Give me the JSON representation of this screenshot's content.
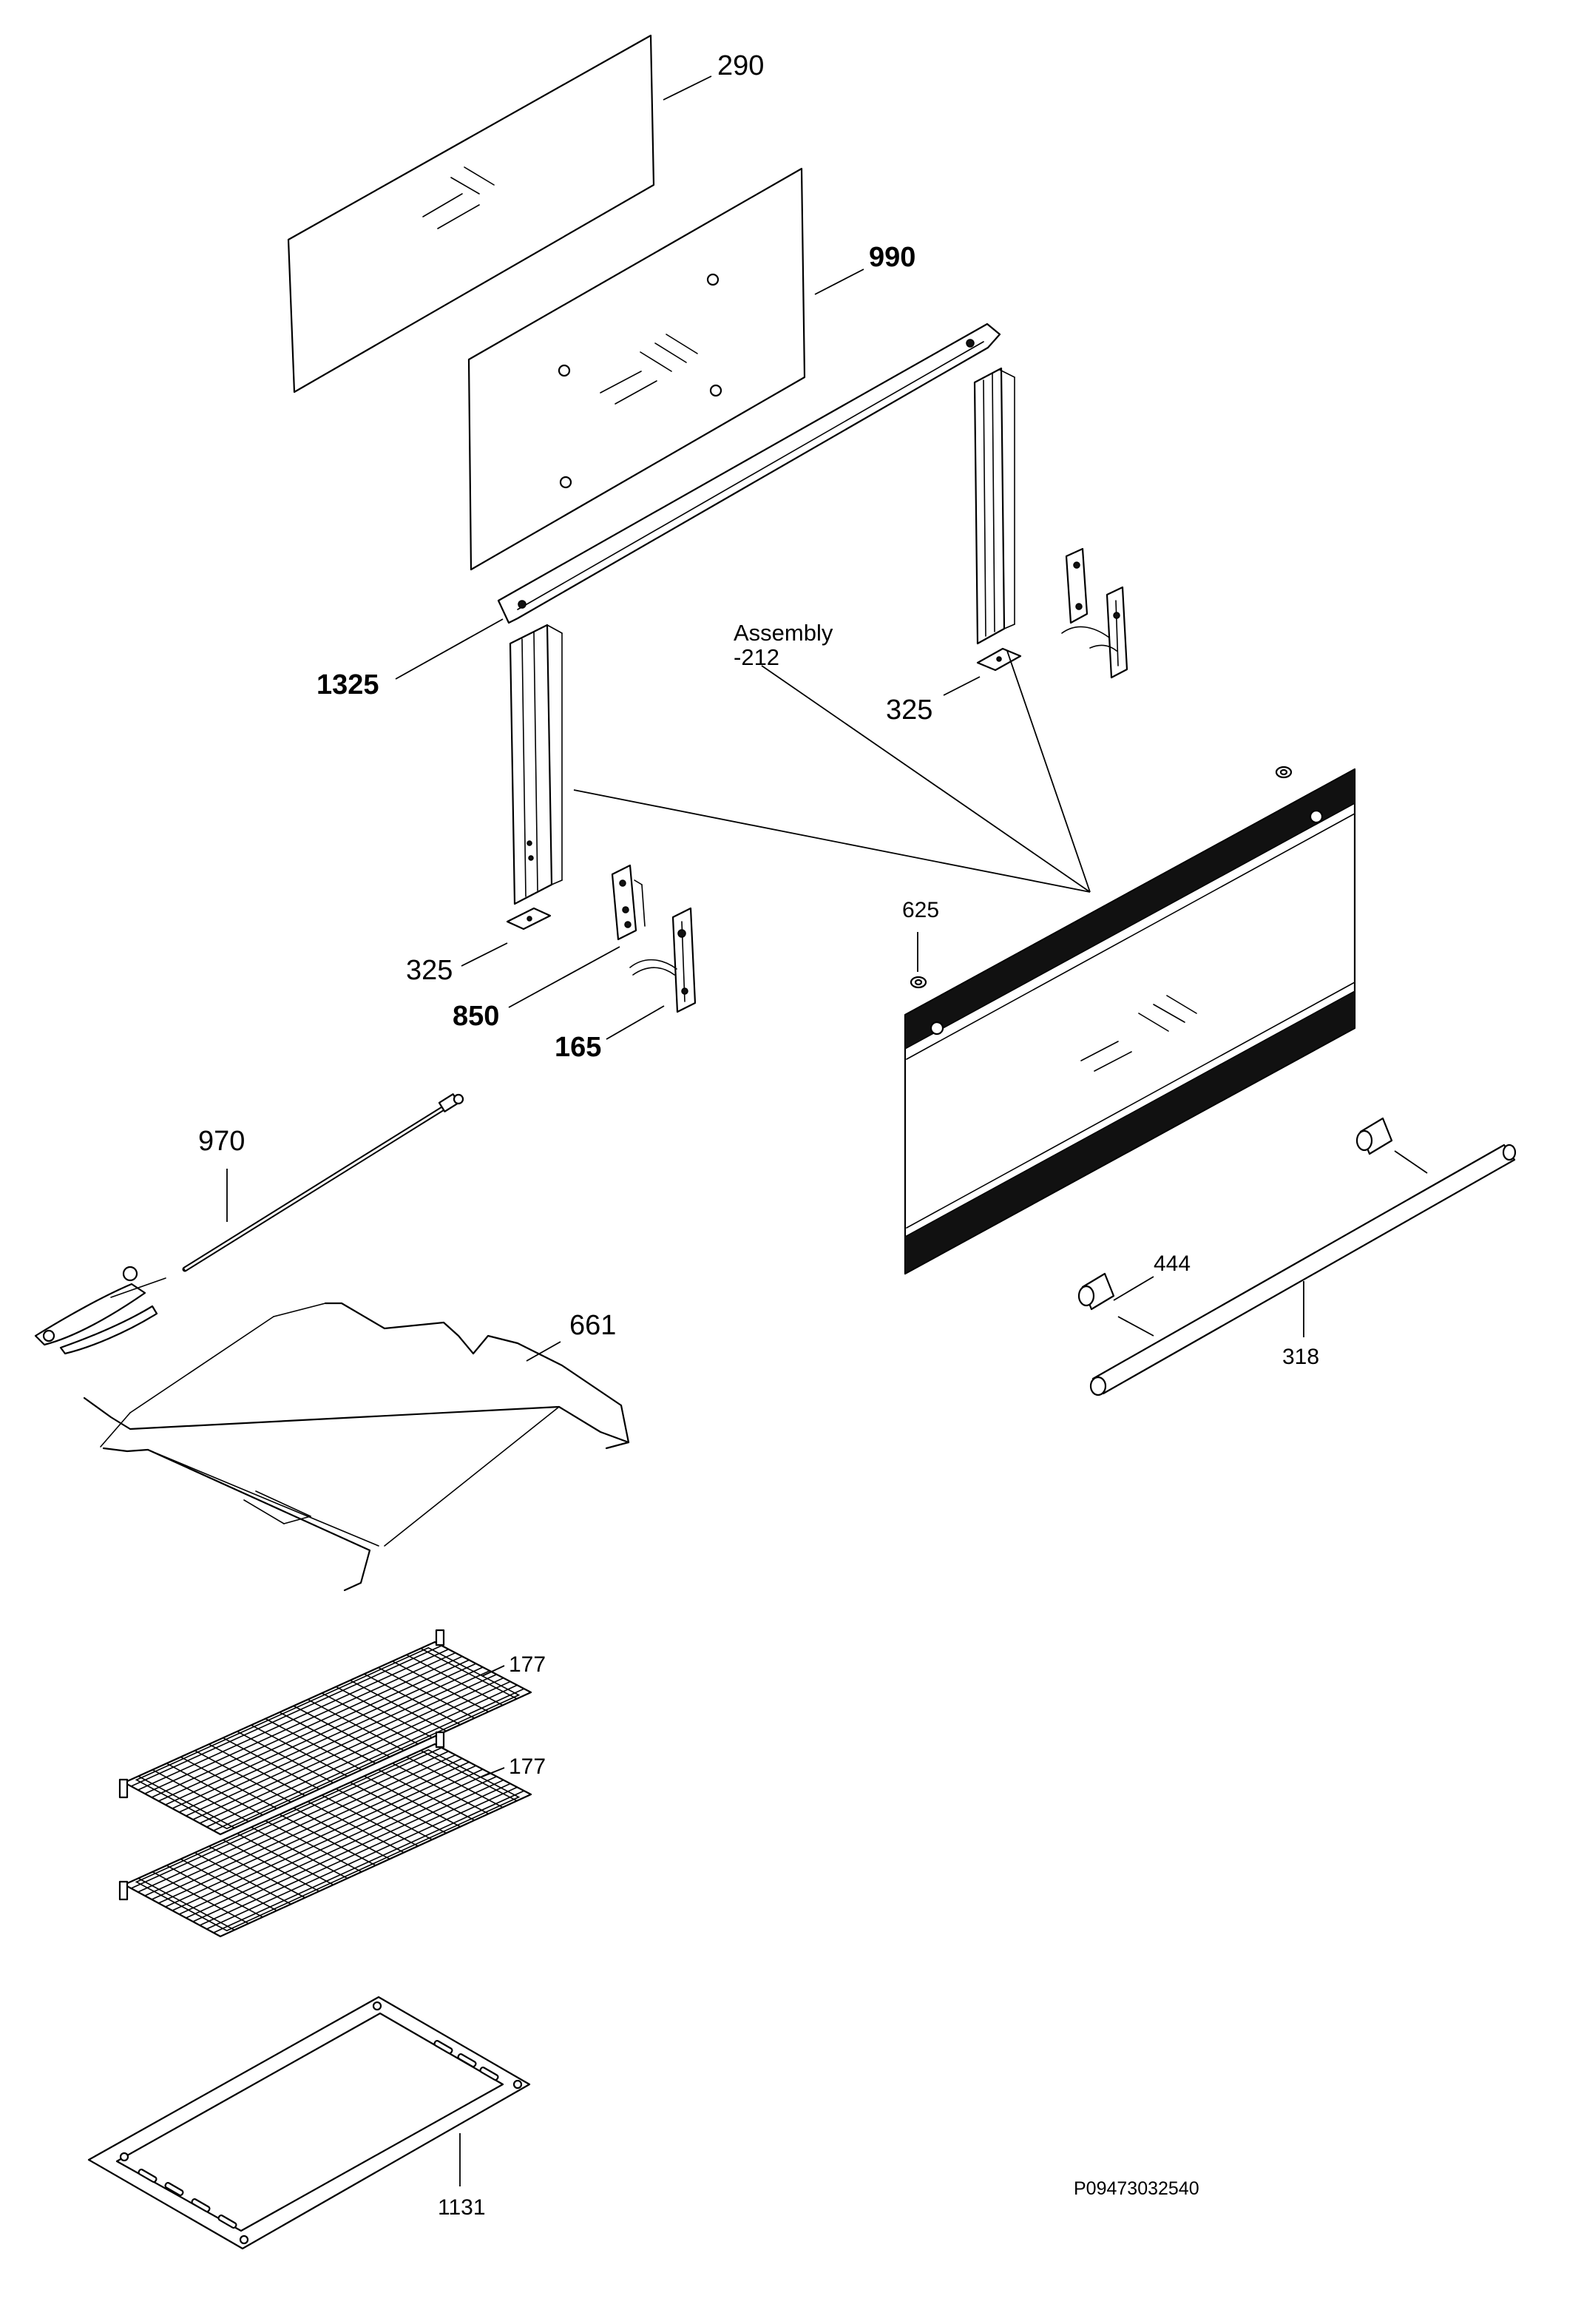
{
  "callouts": {
    "c290": "290",
    "c990": "990",
    "c1325": "1325",
    "c325_right": "325",
    "c325_left": "325",
    "c850": "850",
    "c165": "165",
    "c625": "625",
    "c970": "970",
    "c661": "661",
    "c444": "444",
    "c318": "318",
    "c177_top": "177",
    "c177_bottom": "177",
    "c1131": "1131"
  },
  "assembly": {
    "line1": "Assembly",
    "line2": "-212"
  },
  "document_code": "P09473032540"
}
